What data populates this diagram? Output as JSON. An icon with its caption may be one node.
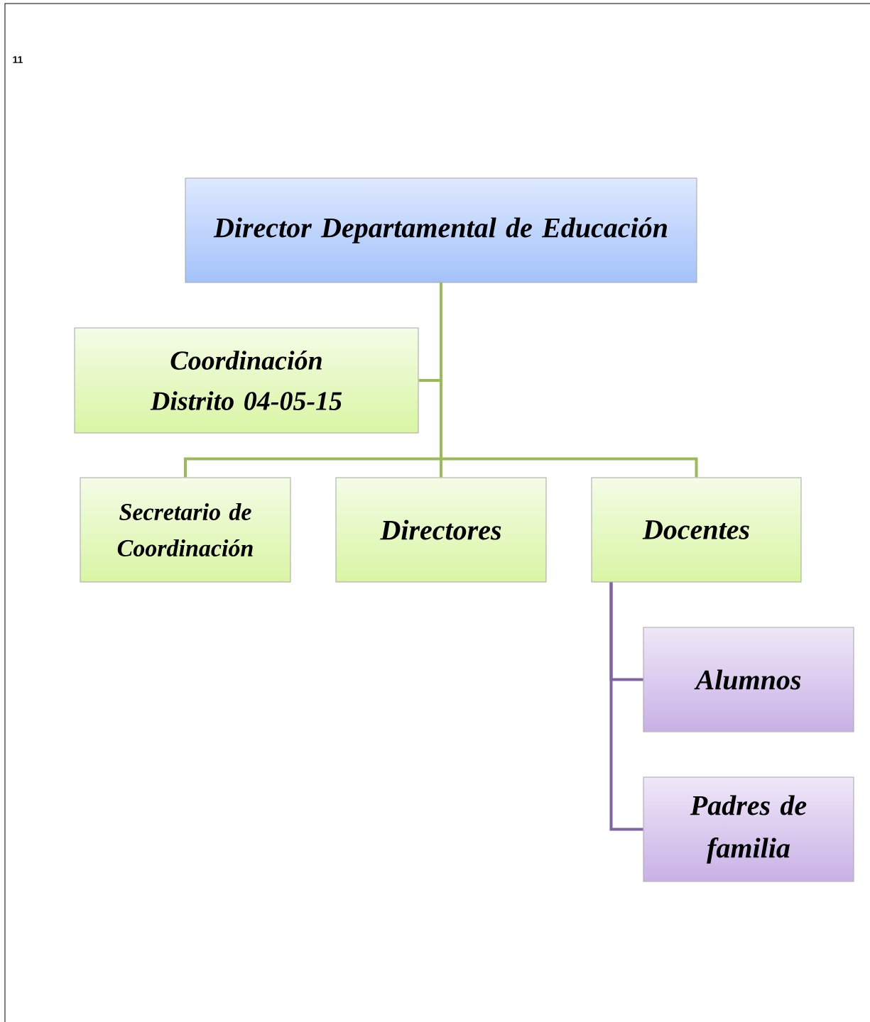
{
  "diagram": {
    "nodes": [
      {
        "text": [
          "Director Departamental de Educación"
        ]
      },
      {
        "text": [
          "Coordinación Distrito 04-05-15"
        ]
      },
      {
        "text": [
          "Secretario de Coordinación"
        ]
      },
      {
        "text": [
          "Directores"
        ]
      },
      {
        "text": [
          "Docentes"
        ]
      },
      {
        "text": [
          "Alumnos"
        ]
      },
      {
        "text": [
          "Padres de familia"
        ]
      }
    ],
    "edges": [
      {
        "from": 0,
        "to": 1,
        "arrow": "none"
      },
      {
        "from": 0,
        "to": 2,
        "arrow": "none"
      },
      {
        "from": 0,
        "to": 3,
        "arrow": "none"
      },
      {
        "from": 0,
        "to": 4,
        "arrow": "none"
      },
      {
        "from": 4,
        "to": 5,
        "arrow": "none",
        "color": "#8064a2"
      },
      {
        "from": 4,
        "to": 6,
        "arrow": "none",
        "color": "#8064a2"
      }
    ],
    "labels": [
      "11"
    ]
  }
}
